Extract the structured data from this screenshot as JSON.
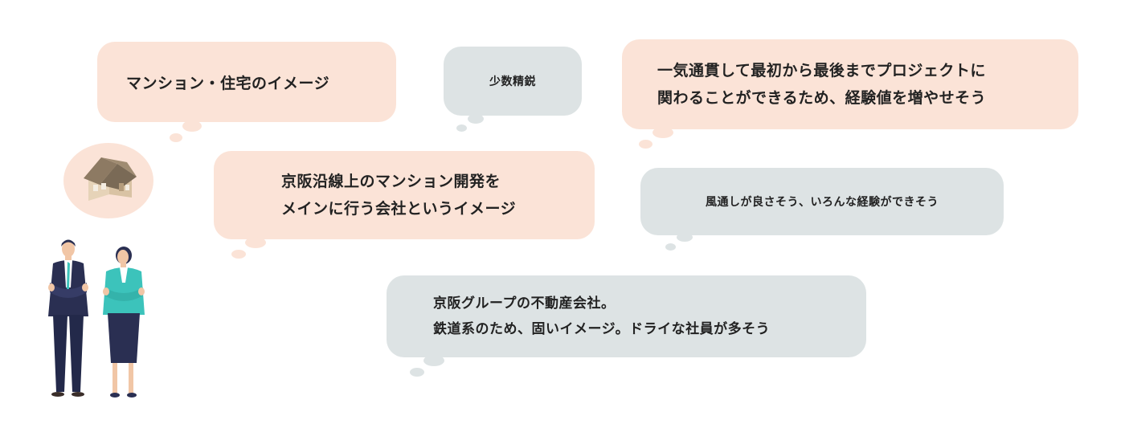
{
  "bubbles": {
    "b1": {
      "lines": [
        "マンション・住宅のイメージ"
      ]
    },
    "b2": {
      "lines": [
        "少数精鋭"
      ]
    },
    "b3": {
      "lines": [
        "一気通貫して最初から最後までプロジェクトに",
        "関わることができるため、経験値を増やせそう"
      ]
    },
    "b4": {
      "lines": [
        "京阪沿線上のマンション開発を",
        "メインに行う会社というイメージ"
      ]
    },
    "b5": {
      "lines": [
        "風通しが良さそう、いろんな経験ができそう"
      ]
    },
    "b6": {
      "lines": [
        "京阪グループの不動産会社。",
        "鉄道系のため、固いイメージ。ドライな社員が多そう"
      ]
    }
  },
  "colors": {
    "pink": "#fbe3d7",
    "grey": "#dde3e4",
    "suit_navy": "#2a2f52",
    "teal": "#3cc3bb"
  },
  "illustrations": [
    "house-icon",
    "businessman-figure",
    "businesswoman-figure"
  ]
}
